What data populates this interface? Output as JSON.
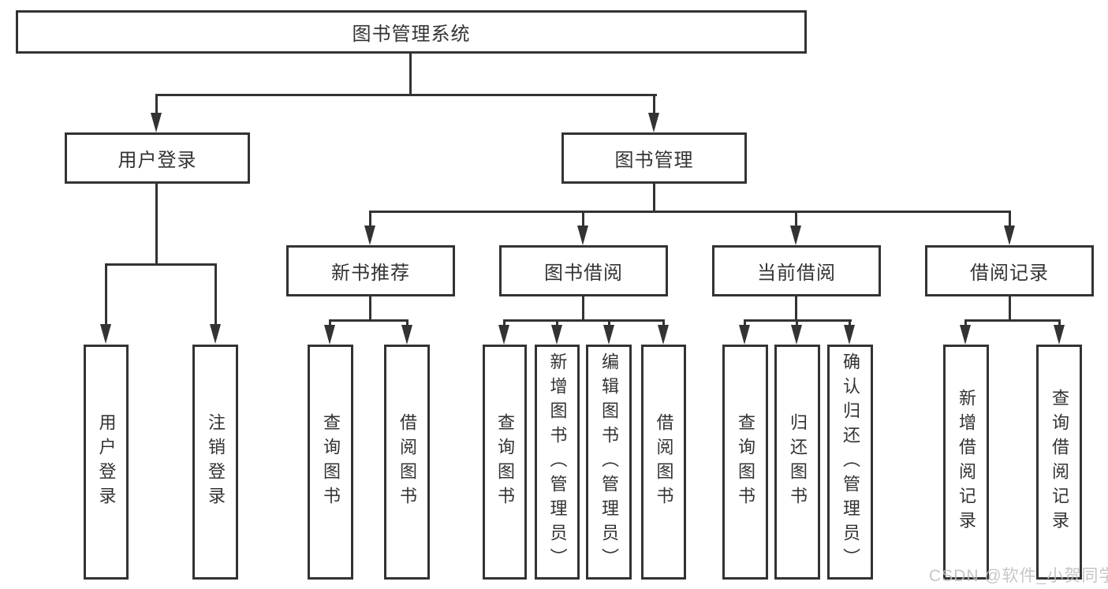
{
  "tree": {
    "root": {
      "label": "图书管理系统",
      "children": [
        {
          "label": "用户登录",
          "children": [
            {
              "label": "用户登录"
            },
            {
              "label": "注销登录"
            }
          ]
        },
        {
          "label": "图书管理",
          "children": [
            {
              "label": "新书推荐",
              "children": [
                {
                  "label": "查询图书"
                },
                {
                  "label": "借阅图书"
                }
              ]
            },
            {
              "label": "图书借阅",
              "children": [
                {
                  "label": "查询图书"
                },
                {
                  "label": "新增图书（管理员）"
                },
                {
                  "label": "编辑图书（管理员）"
                },
                {
                  "label": "借阅图书"
                }
              ]
            },
            {
              "label": "当前借阅",
              "children": [
                {
                  "label": "查询图书"
                },
                {
                  "label": "归还图书"
                },
                {
                  "label": "确认归还（管理员）"
                }
              ]
            },
            {
              "label": "借阅记录",
              "children": [
                {
                  "label": "新增借阅记录"
                },
                {
                  "label": "查询借阅记录"
                }
              ]
            }
          ]
        }
      ]
    }
  },
  "watermark": {
    "text": "CSDN @软件_小贺同学"
  },
  "colors": {
    "line": "#333333",
    "box_border": "#333333",
    "text": "#333333",
    "watermark": "#bebebe",
    "background": "#ffffff"
  }
}
